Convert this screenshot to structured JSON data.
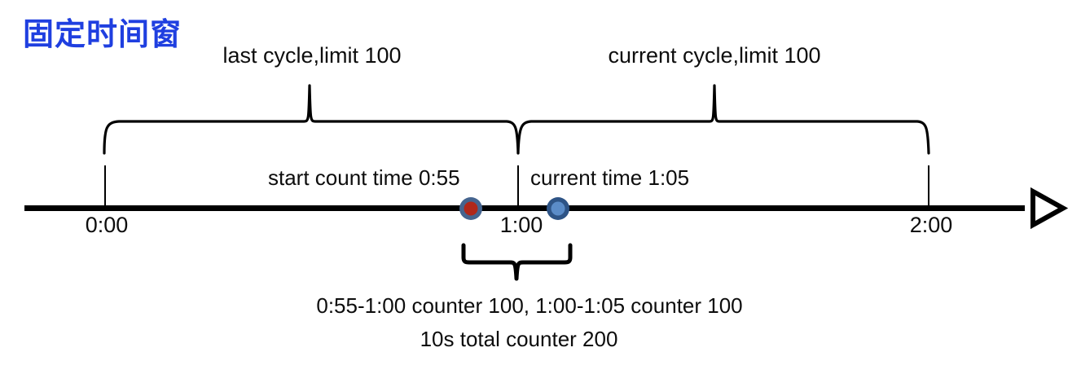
{
  "title": "固定时间窗",
  "colors": {
    "title": "#1f3fe0",
    "axis": "#000000",
    "bracket": "#000000",
    "text": "#0d0d0d",
    "start_marker_fill": "#b0271a",
    "start_marker_ring": "#45648f",
    "current_marker_fill": "#5b8cc8",
    "current_marker_ring": "#2e5486"
  },
  "brackets": {
    "last_cycle_label": "last cycle,limit 100",
    "current_cycle_label": "current cycle,limit 100"
  },
  "annotations": {
    "start_count": "start count time 0:55",
    "current_time": "current time 1:05"
  },
  "axis": {
    "ticks": [
      {
        "label": "0:00"
      },
      {
        "label": "1:00"
      },
      {
        "label": "2:00"
      }
    ],
    "arrow_icon": "arrow-right-icon"
  },
  "markers": [
    {
      "name": "start-count-marker",
      "time": "0:55"
    },
    {
      "name": "current-time-marker",
      "time": "1:05"
    }
  ],
  "summary": {
    "line1": "0:55-1:00 counter 100, 1:00-1:05 counter 100",
    "line2": "10s total counter 200"
  },
  "chart_data": {
    "type": "line",
    "title": "固定时间窗",
    "xlabel": "",
    "ylabel": "",
    "xlim": [
      0,
      125
    ],
    "x_tick_values": [
      0,
      60,
      120
    ],
    "x_tick_labels": [
      "0:00",
      "1:00",
      "2:00"
    ],
    "grid": false,
    "legend": "none",
    "series": [
      {
        "name": "last cycle",
        "type": "span",
        "start": 0,
        "end": 60,
        "label": "last cycle,limit 100",
        "limit": 100
      },
      {
        "name": "current cycle",
        "type": "span",
        "start": 60,
        "end": 120,
        "label": "current cycle,limit 100",
        "limit": 100
      }
    ],
    "points": [
      {
        "name": "start count time",
        "x": 55,
        "label": "start count time 0:55",
        "color": "#b0271a"
      },
      {
        "name": "current time",
        "x": 65,
        "label": "current time 1:05",
        "color": "#5b8cc8"
      }
    ],
    "annotations": [
      {
        "type": "span-brace",
        "start": 55,
        "end": 65,
        "text": "0:55-1:00 counter 100, 1:00-1:05 counter 100"
      },
      {
        "type": "note",
        "text": "10s total counter 200"
      }
    ]
  }
}
